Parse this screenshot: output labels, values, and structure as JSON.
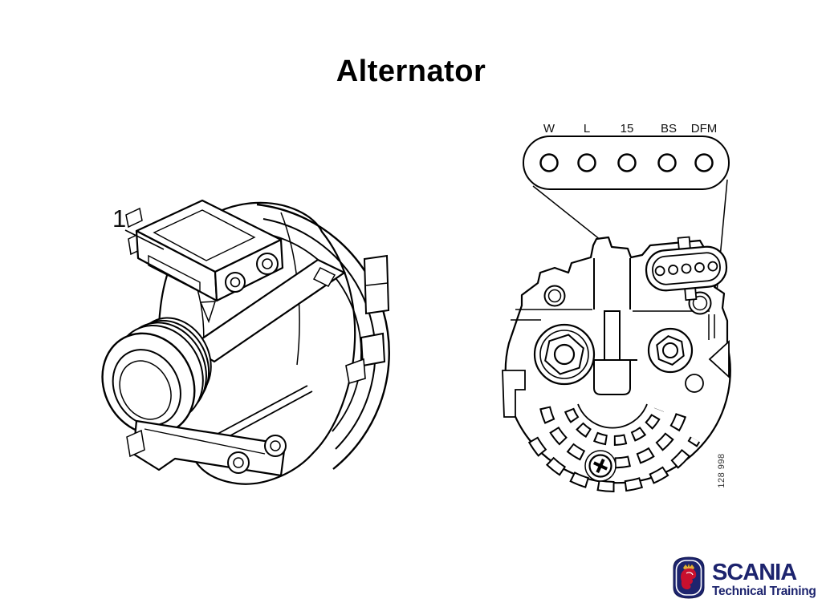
{
  "title": "Alternator",
  "perspective_figure": {
    "callout_number": "1"
  },
  "rear_figure": {
    "terminals": [
      "W",
      "L",
      "15",
      "BS",
      "DFM"
    ],
    "drawing_number": "128 998"
  },
  "logo": {
    "brand": "SCANIA",
    "subtitle": "Technical Training",
    "navy": "#1d246e",
    "red": "#c8102e",
    "gold": "#e2b13c"
  }
}
